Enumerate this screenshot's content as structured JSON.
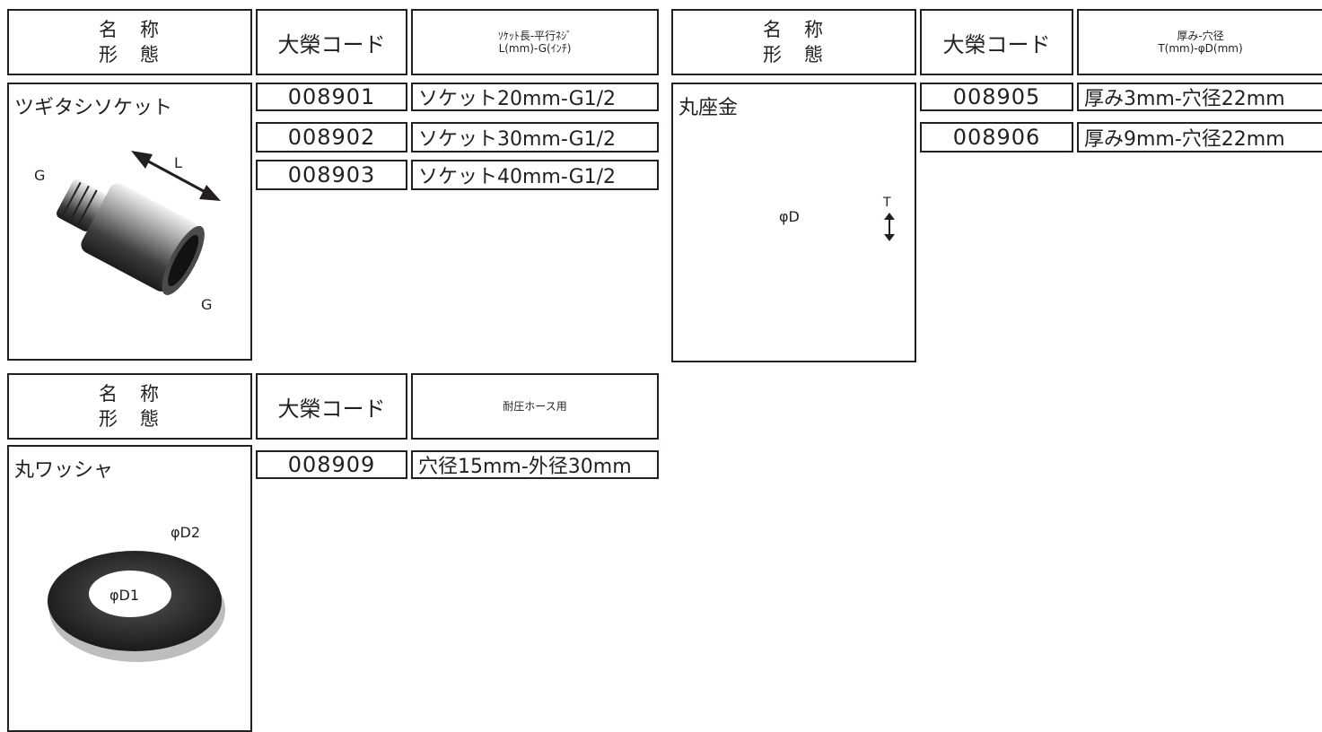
{
  "headers": {
    "name_line1": "名　称",
    "name_line2": "形　態",
    "code": "大榮コード"
  },
  "section_socket": {
    "spec_header_line1": "ｿｹｯﾄ長-平行ﾈｼﾞ",
    "spec_header_line2": "L(mm)-G(ｲﾝﾁ)",
    "product_name": "ツギタシソケット",
    "labels": {
      "g_top": "G",
      "l": "L",
      "g_bottom": "G"
    },
    "rows": [
      {
        "code": "008901",
        "spec": "ソケット20mm-G1/2"
      },
      {
        "code": "008902",
        "spec": "ソケット30mm-G1/2"
      },
      {
        "code": "008903",
        "spec": "ソケット40mm-G1/2"
      }
    ]
  },
  "section_washer_plate": {
    "spec_header_line1": "厚み-穴径",
    "spec_header_line2": "T(mm)-φD(mm)",
    "product_name": "丸座金",
    "labels": {
      "d": "φD",
      "t": "T"
    },
    "rows": [
      {
        "code": "008905",
        "spec": "厚み3mm-穴径22mm"
      },
      {
        "code": "008906",
        "spec": "厚み9mm-穴径22mm"
      }
    ]
  },
  "section_round_washer": {
    "spec_header": "耐圧ホース用",
    "product_name": "丸ワッシャ",
    "labels": {
      "d2": "φD2",
      "d1": "φD1"
    },
    "rows": [
      {
        "code": "008909",
        "spec": "穴径15mm-外径30mm"
      }
    ]
  },
  "colors": {
    "ink": "#231f20",
    "metal": "#6b6b6b",
    "rubber": "#2a2a2a"
  }
}
